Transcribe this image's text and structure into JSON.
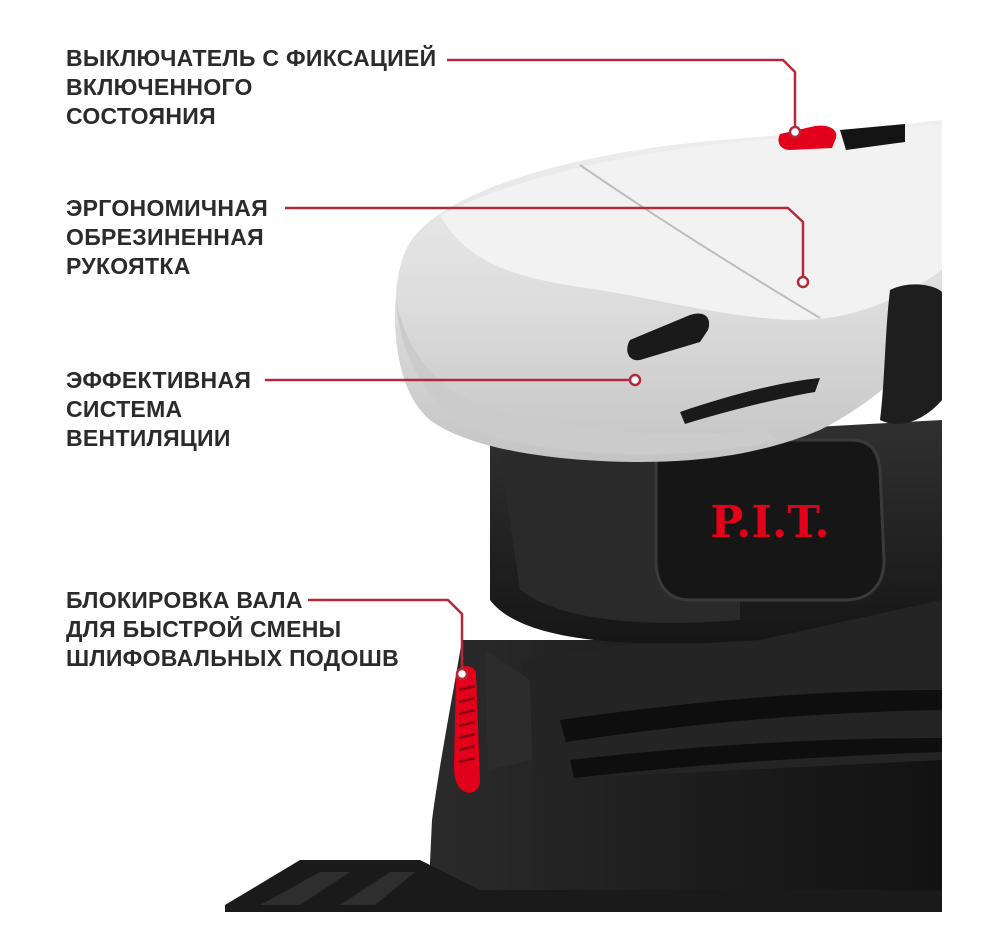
{
  "product": {
    "brand": "P.I.T.",
    "description": "Cordless orbital sander, close-up of handle and housing"
  },
  "colors": {
    "accent": "#b22a3a",
    "text": "#2b2b2b",
    "housing_light": "#dedede",
    "housing_dark": "#1e1e1e",
    "brand_red": "#e2001a"
  },
  "callouts": [
    {
      "id": "switch",
      "lines": [
        "ВЫКЛЮЧАТЕЛЬ С ФИКСАЦИЕЙ",
        "ВКЛЮЧЕННОГО",
        "СОСТОЯНИЯ"
      ]
    },
    {
      "id": "handle",
      "lines": [
        "ЭРГОНОМИЧНАЯ",
        "ОБРЕЗИНЕННАЯ",
        "РУКОЯТКА"
      ]
    },
    {
      "id": "vent",
      "lines": [
        "ЭФФЕКТИВНАЯ",
        "СИСТЕМА",
        "ВЕНТИЛЯЦИИ"
      ]
    },
    {
      "id": "lock",
      "lines": [
        "БЛОКИРОВКА ВАЛА",
        "ДЛЯ БЫСТРОЙ СМЕНЫ",
        "ШЛИФОВАЛЬНЫХ ПОДОШВ"
      ]
    }
  ]
}
